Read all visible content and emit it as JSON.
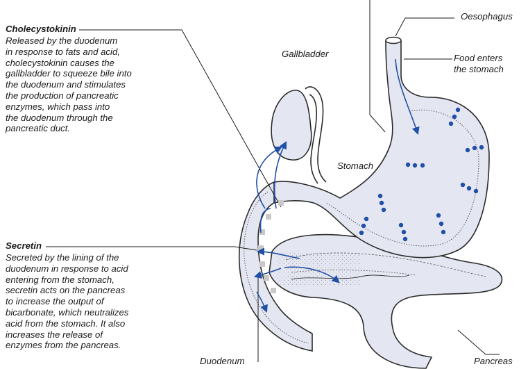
{
  "colors": {
    "organ_fill": "#e4e6f1",
    "organ_stroke": "#2b2b2b",
    "hormone_blue": "#1f4fa6",
    "secretin_grey": "#c9c9c9",
    "leader_line": "#1a1a1a"
  },
  "labels": {
    "oesophagus": "Oesophagus",
    "food_enters": "Food enters\nthe stomach",
    "gallbladder": "Gallbladder",
    "stomach": "Stomach",
    "duodenum": "Duodenum",
    "pancreas": "Pancreas"
  },
  "cholecystokinin": {
    "title": "Cholecystokinin",
    "text": "Released by the duodenum\nin response to fats and acid,\ncholecystokinin causes the\ngallbladder to squeeze bile into\nthe duodenum and stimulates\nthe production of pancreatic\nenzymes, which pass into\nthe duodenum through the\npancreatic duct."
  },
  "secretin": {
    "title": "Secretin",
    "text": "Secreted by the lining of the\nduodenum in response to acid\nentering from the stomach,\nsecretin acts on the pancreas\nto increase the output of\nbicarbonate, which neutralizes\nacid from the stomach. It also\nincreases the release of\nenzymes from the pancreas."
  }
}
